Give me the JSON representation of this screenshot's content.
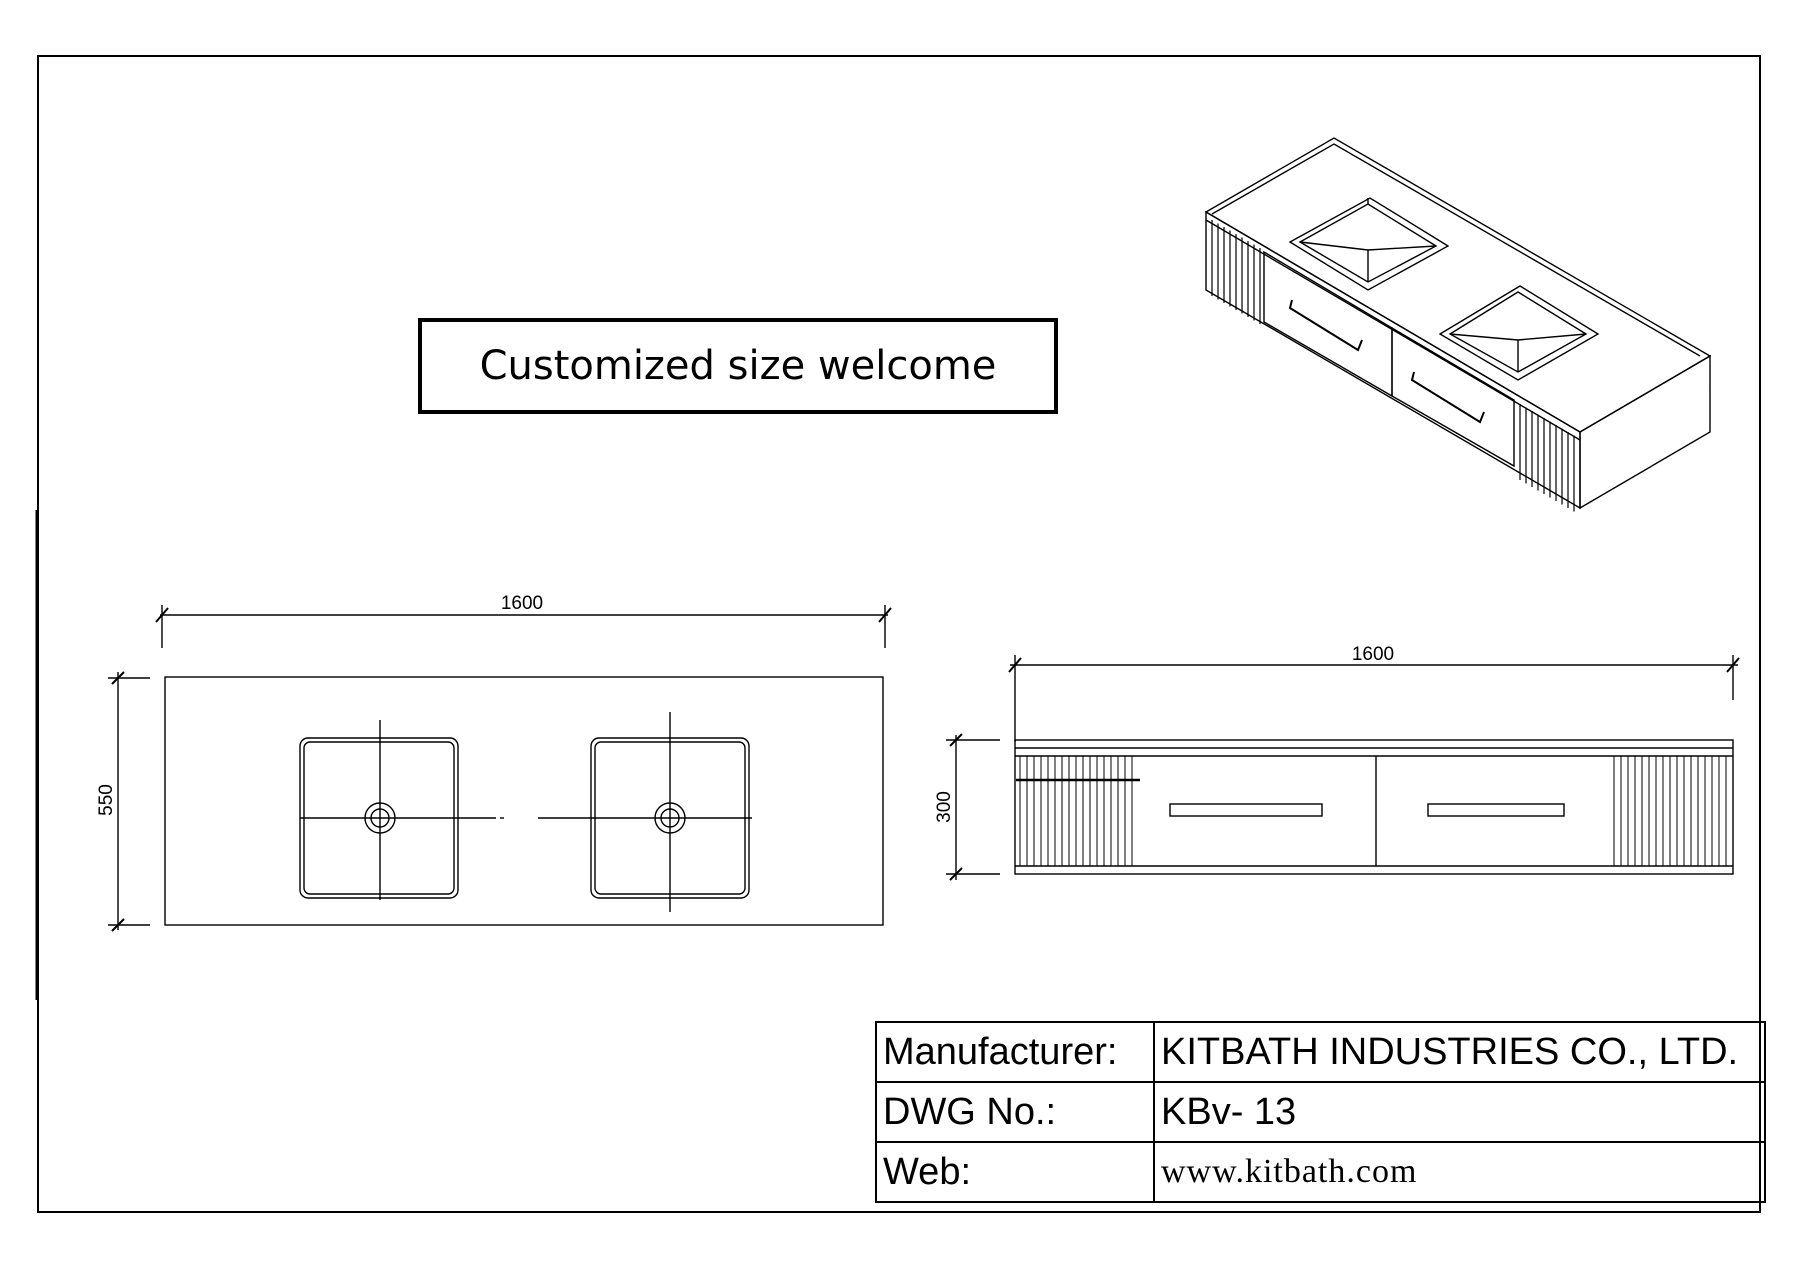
{
  "banner": {
    "text": "Customized size welcome"
  },
  "plan_view": {
    "width_label": "1600",
    "depth_label": "550"
  },
  "front_view": {
    "width_label": "1600",
    "height_label": "300"
  },
  "title_block": {
    "rows": [
      {
        "label": "Manufacturer:",
        "value": "KITBATH INDUSTRIES CO., LTD."
      },
      {
        "label": "DWG No.:",
        "value": "KBv-  13"
      },
      {
        "label": "Web:",
        "value": "www.kitbath.com"
      }
    ]
  }
}
